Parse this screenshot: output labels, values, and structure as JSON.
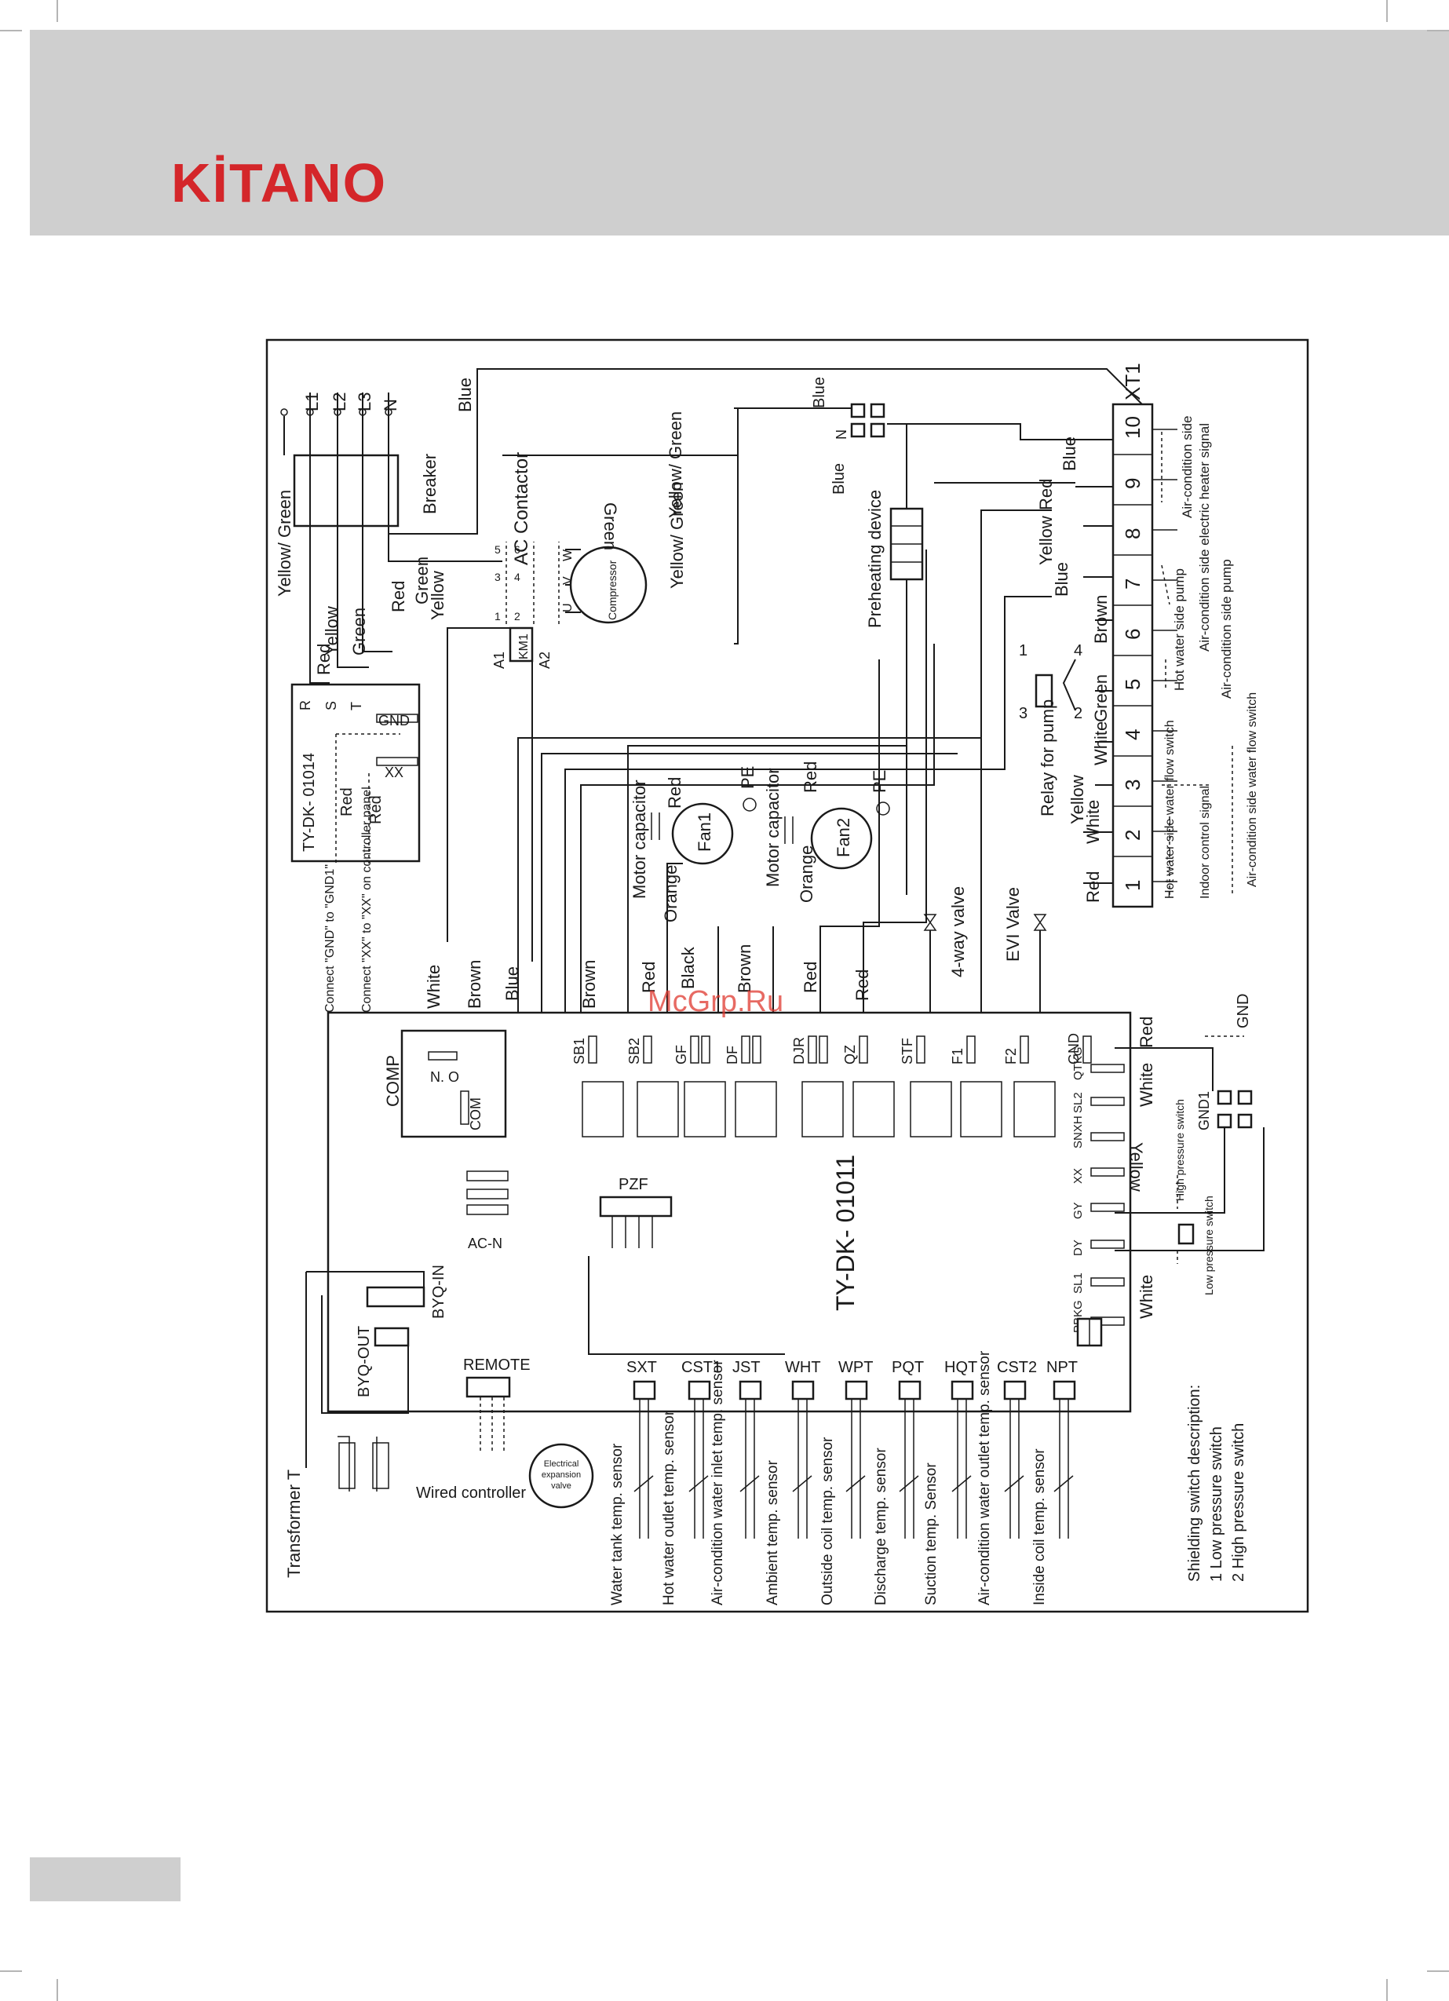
{
  "brand": {
    "logo_text": "KİTANO",
    "logo_color": "#d4262a"
  },
  "watermark": "McGrp.Ru",
  "colors": {
    "header_bg": "#cfcfcf",
    "line": "#1a1a1a"
  },
  "diagram": {
    "power": {
      "ground": "Yellow/ Green",
      "phases": [
        "L1",
        "L2",
        "L3",
        "N"
      ],
      "breaker": "Breaker",
      "wires": [
        "Red",
        "Yellow",
        "Green"
      ],
      "top_wire": "Blue"
    },
    "contactor": {
      "title": "AC Contactor",
      "coil": "KM1",
      "a1": "A1",
      "a2": "A2",
      "numbers": [
        "1",
        "2",
        "3",
        "4",
        "5",
        "6"
      ],
      "uvw": [
        "U",
        "V",
        "W"
      ],
      "green_wire": "Green"
    },
    "compressor": {
      "label": "Compressor",
      "ground": "Yellow/ Green"
    },
    "controller_small": {
      "model": "TY-DK- 01014",
      "rst": [
        "R",
        "S",
        "T"
      ],
      "gnd": "GND",
      "xx": "XX",
      "reds": [
        "Red",
        "Red"
      ],
      "note1": "Connect \"GND\" to \"GND1\"",
      "note2": "Connect \"XX\" to \"XX\" on controller panel"
    },
    "fan1": {
      "label": "Fan1",
      "capacitor": "Motor capacitor",
      "red": "Red",
      "orange": "Orange",
      "pe": "PE"
    },
    "fan2": {
      "label": "Fan2",
      "capacitor": "Motor capacitor",
      "red": "Red",
      "orange": "Orange",
      "pe": "PE"
    },
    "valve4": "4-way valve",
    "evi": "EVI Valve",
    "preheating": "Preheating device",
    "relay": {
      "label": "Relay for pump",
      "n1": "1",
      "n2": "2",
      "n3": "3",
      "n4": "4"
    },
    "xt1": {
      "label": "XT1",
      "terminals": [
        "1",
        "2",
        "3",
        "4",
        "5",
        "6",
        "7",
        "8",
        "9",
        "10"
      ]
    },
    "terminal_labels": {
      "t1_2_a": "Hot water side water flow switch",
      "t1_2_b": "Indoor control signal",
      "t3_4": "Air-condition side water flow switch",
      "t5_6_a": "Hot water side pump",
      "t5_6_b": "Air-condition side pump",
      "t9_10": "Air-condition side electric heater signal"
    },
    "side_wires": [
      "Blue",
      "Blue",
      "Blue",
      "Yellow",
      "Red",
      "Blue",
      "Brown",
      "Green",
      "White",
      "White",
      "Yellow",
      "Red",
      "White"
    ],
    "main_board": {
      "model": "TY-DK- 01011",
      "comp": "COMP",
      "nc": "N. O",
      "com": "COM",
      "ac_n": "AC-N",
      "pzf": "PZF",
      "remote": "REMOTE",
      "byq_in": "BYQ-IN",
      "byq_out": "BYQ-OUT",
      "wires_left": [
        "White",
        "Brown",
        "Blue"
      ],
      "top_terminals": [
        "SB1",
        "SB2",
        "GF",
        "DF",
        "DJR",
        "QZ",
        "STF",
        "F1",
        "F2",
        "GND"
      ],
      "top_wires": [
        "Brown",
        "Red",
        "Black",
        "Brown",
        "Red",
        "Red"
      ],
      "right_pins": [
        "QTKG",
        "SL2",
        "SNXH",
        "XX",
        "GY",
        "DY",
        "SL1",
        "PBKG"
      ],
      "bottom_sensors": [
        "SXT",
        "CST1",
        "JST",
        "WHT",
        "WPT",
        "PQT",
        "HQT",
        "CST2",
        "NPT"
      ],
      "white": "White",
      "red": "Red",
      "yellow": "Yellow",
      "gnd1": "GND1",
      "gnd": "GND",
      "high_switch": "High pressure switch",
      "low_switch": "Low pressure switch"
    },
    "sensors": [
      "Water tank temp. sensor",
      "Hot water outlet temp. sensor",
      "Air-condition water inlet temp. sensor",
      "Ambient temp. sensor",
      "Outside coil temp. sensor",
      "Discharge temp. sensor",
      "Suction temp. Sensor",
      "Air-condition water outlet temp. sensor",
      "Inside coil temp. sensor"
    ],
    "transformer": "Transformer T",
    "wired_controller": "Wired controller",
    "exp_valve": [
      "Electrical",
      "expansion",
      "valve"
    ],
    "shielding": {
      "title": "Shielding switch description:",
      "item1": "1 Low pressure switch",
      "item2": "2 High pressure switch"
    }
  }
}
